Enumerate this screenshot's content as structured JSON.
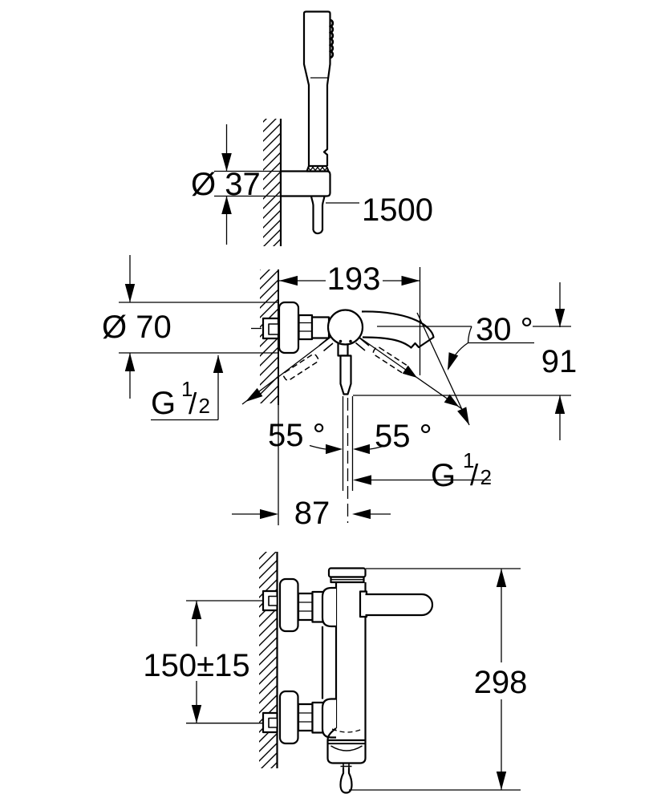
{
  "drawing": {
    "background": "#ffffff",
    "line_color": "#000000",
    "views": {
      "hand_shower": {
        "holder_diameter_label": "Ø 37",
        "hose_length_label": "1500"
      },
      "front": {
        "width_label": "193",
        "rosette_diameter_label": "Ø 70",
        "spout_angle_label": "30 °",
        "spout_height_label": "91",
        "lever_angle_left_label": "55 °",
        "lever_angle_right_label": "55 °",
        "wall_distance_label": "87",
        "thread_wall": {
          "g": "G",
          "sup": "1",
          "slash": "/",
          "sub": "2"
        },
        "thread_outlet": {
          "g": "G",
          "sup": "1",
          "slash": "/",
          "sub": "2"
        }
      },
      "side": {
        "connection_span_label": "150±15",
        "height_label": "298"
      }
    }
  }
}
